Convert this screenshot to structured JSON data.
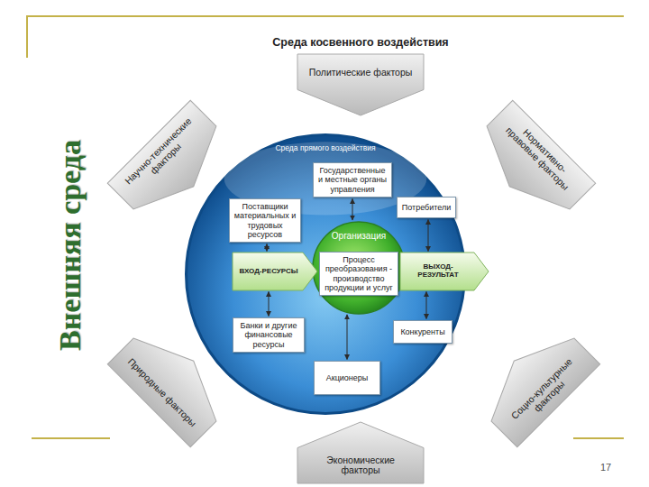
{
  "diagram": {
    "title": "Среда косвенного воздействия",
    "nodes": [
      {
        "text": [
          "Политические факторы"
        ]
      },
      {
        "text": [
          "Научно-технические факторы"
        ]
      },
      {
        "text": [
          "Нормативно-правовые факторы"
        ]
      },
      {
        "text": [
          "Среда прямого воздействия"
        ]
      },
      {
        "text": [
          "Государственные и местные органы управления"
        ],
        "in": 3
      },
      {
        "text": [
          "Поставщики материальных и трудовых ресурсов"
        ],
        "in": 3
      },
      {
        "text": [
          "Потребители"
        ],
        "in": 3
      },
      {
        "text": [
          "Организация"
        ],
        "in": 3
      },
      {
        "text": [
          "Процесс преобразования - производство продукции и услуг"
        ],
        "in": 7
      },
      {
        "text": [
          "ВХОД-РЕСУРСЫ"
        ],
        "in": 3
      },
      {
        "text": [
          "ВЫХОД-РЕЗУЛЬТАТ"
        ],
        "in": 3
      },
      {
        "text": [
          "Банки и другие финансовые ресурсы"
        ],
        "in": 3
      },
      {
        "text": [
          "Конкуренты"
        ],
        "in": 3
      },
      {
        "text": [
          "Акционеры"
        ],
        "in": 3
      },
      {
        "text": [
          "Природные факторы"
        ]
      },
      {
        "text": [
          "Социо-культурные факторы"
        ]
      },
      {
        "text": [
          "Экономические факторы"
        ]
      }
    ],
    "edges": [
      {
        "from": 4,
        "to": 7,
        "arrow": "both"
      },
      {
        "from": 5,
        "to": 9,
        "arrow": "both"
      },
      {
        "from": 6,
        "to": 10,
        "arrow": "both"
      },
      {
        "from": 11,
        "to": 9,
        "arrow": "both"
      },
      {
        "from": 12,
        "to": 10,
        "arrow": "both"
      },
      {
        "from": 7,
        "to": 13,
        "arrow": "both"
      }
    ],
    "labels": [
      "Внешняя среда",
      "17"
    ]
  }
}
